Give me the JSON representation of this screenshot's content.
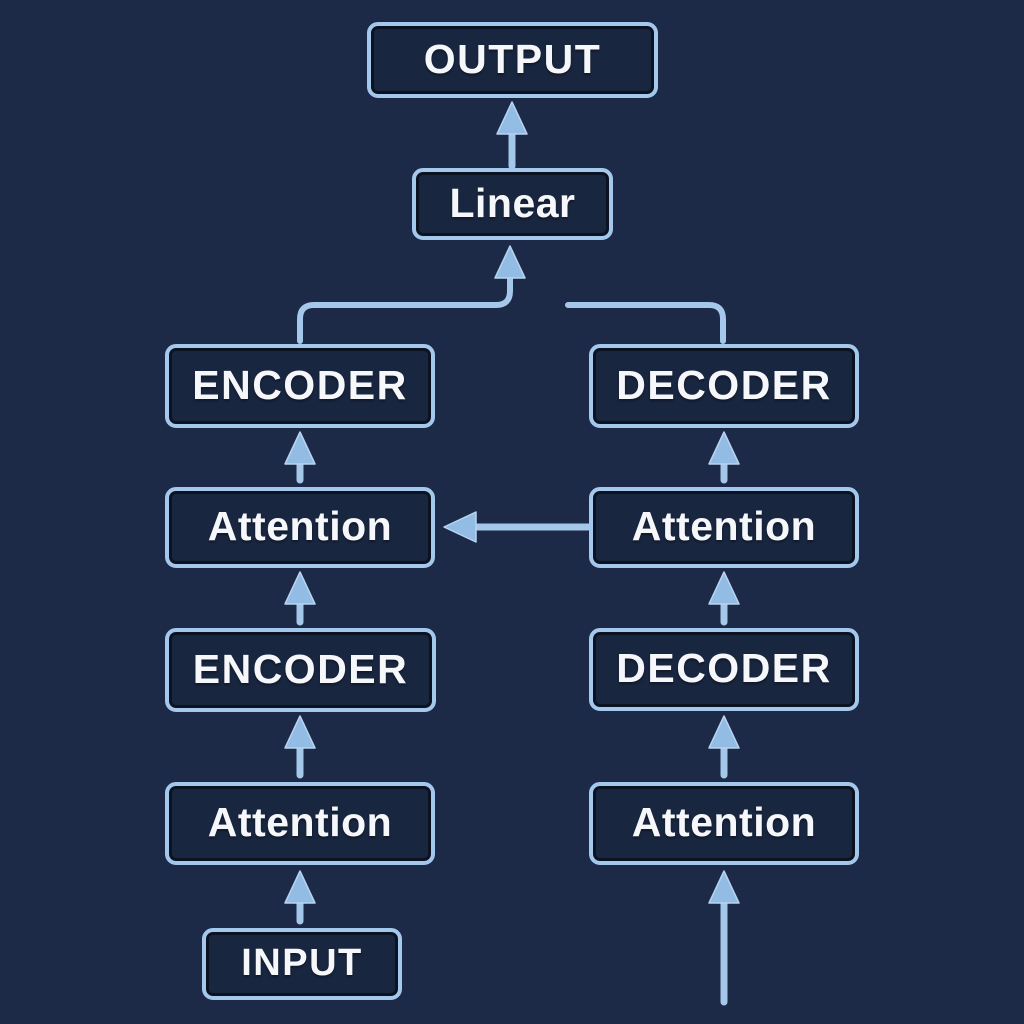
{
  "diagram": {
    "type": "flowchart",
    "colors": {
      "background": "#1c2a47",
      "node_fill": "#192640",
      "node_border": "#a4c8ec",
      "arrow": "#a4c7ea",
      "text": "#f5f7fa"
    },
    "nodes": [
      {
        "id": "output",
        "label": "OUTPUT"
      },
      {
        "id": "linear",
        "label": "Linear"
      },
      {
        "id": "encoder-top",
        "label": "ENCODER"
      },
      {
        "id": "decoder-top",
        "label": "DECODER"
      },
      {
        "id": "attention-left-upper",
        "label": "Attention"
      },
      {
        "id": "attention-right-upper",
        "label": "Attention"
      },
      {
        "id": "encoder-bottom",
        "label": "ENCODER"
      },
      {
        "id": "decoder-bottom",
        "label": "DECODER"
      },
      {
        "id": "attention-left-lower",
        "label": "Attention"
      },
      {
        "id": "attention-right-lower",
        "label": "Attention"
      },
      {
        "id": "input",
        "label": "INPUT"
      }
    ],
    "edges": [
      {
        "from": "linear",
        "to": "output",
        "style": "arrow-up"
      },
      {
        "from": "encoder-top",
        "to": "linear",
        "style": "elbow-arrow-up"
      },
      {
        "from": "decoder-top",
        "to": "linear",
        "style": "elbow-line-open-end"
      },
      {
        "from": "attention-left-upper",
        "to": "encoder-top",
        "style": "arrow-up"
      },
      {
        "from": "encoder-bottom",
        "to": "attention-left-upper",
        "style": "arrow-up"
      },
      {
        "from": "attention-left-lower",
        "to": "encoder-bottom",
        "style": "arrow-up"
      },
      {
        "from": "input",
        "to": "attention-left-lower",
        "style": "arrow-up"
      },
      {
        "from": "attention-right-upper",
        "to": "decoder-top",
        "style": "arrow-up"
      },
      {
        "from": "decoder-bottom",
        "to": "attention-right-upper",
        "style": "arrow-up"
      },
      {
        "from": "attention-right-lower",
        "to": "decoder-bottom",
        "style": "arrow-up"
      },
      {
        "from": "offscreen-bottom",
        "to": "attention-right-lower",
        "style": "arrow-up-long"
      },
      {
        "from": "attention-right-upper",
        "to": "attention-left-upper",
        "style": "arrow-left"
      }
    ]
  }
}
